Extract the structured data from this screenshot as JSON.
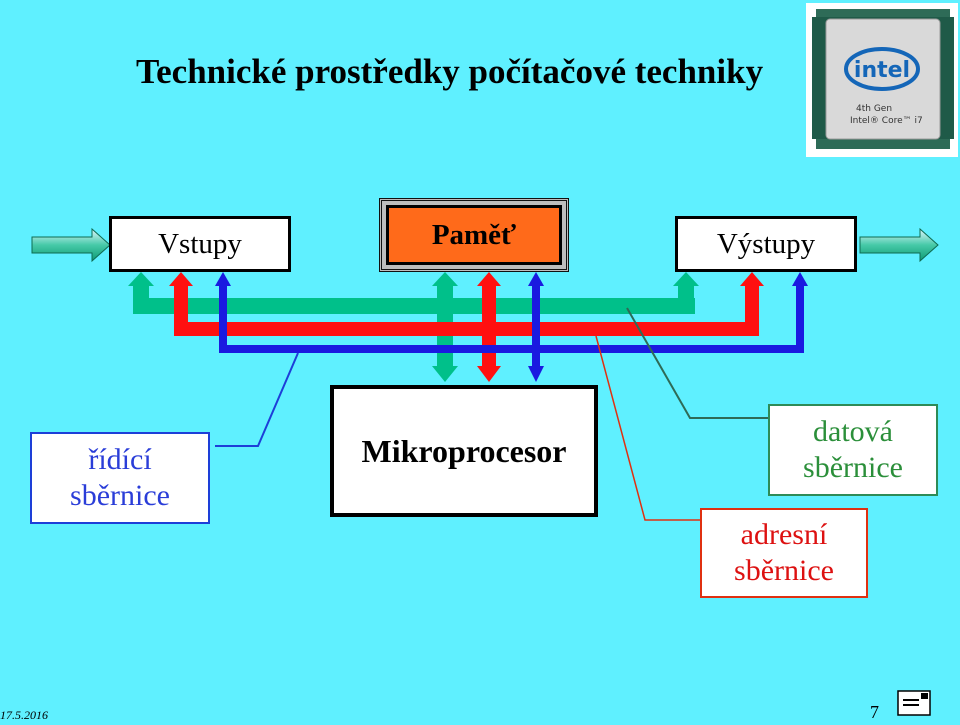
{
  "title": "Technické prostředky počítačové techniky",
  "chip": {
    "brand": "intel",
    "line1": "4th Gen",
    "line2": "Intel® Core™ i7"
  },
  "blocks": {
    "inputs": "Vstupy",
    "memory": "Paměť",
    "outputs": "Výstupy",
    "cpu": "Mikroprocesor"
  },
  "buses": {
    "control": {
      "line1": "řídící",
      "line2": "sběrnice"
    },
    "data": {
      "line1": "datová",
      "line2": "sběrnice"
    },
    "address": {
      "line1": "adresní",
      "line2": "sběrnice"
    }
  },
  "colors": {
    "background": "#5ff0ff",
    "data_bus": "#00c08a",
    "address_bus": "#ff1010",
    "control_bus": "#1a1ae0",
    "memory": "#ff6a1a"
  },
  "footer": {
    "date": "17.5.2016",
    "page": "7"
  }
}
